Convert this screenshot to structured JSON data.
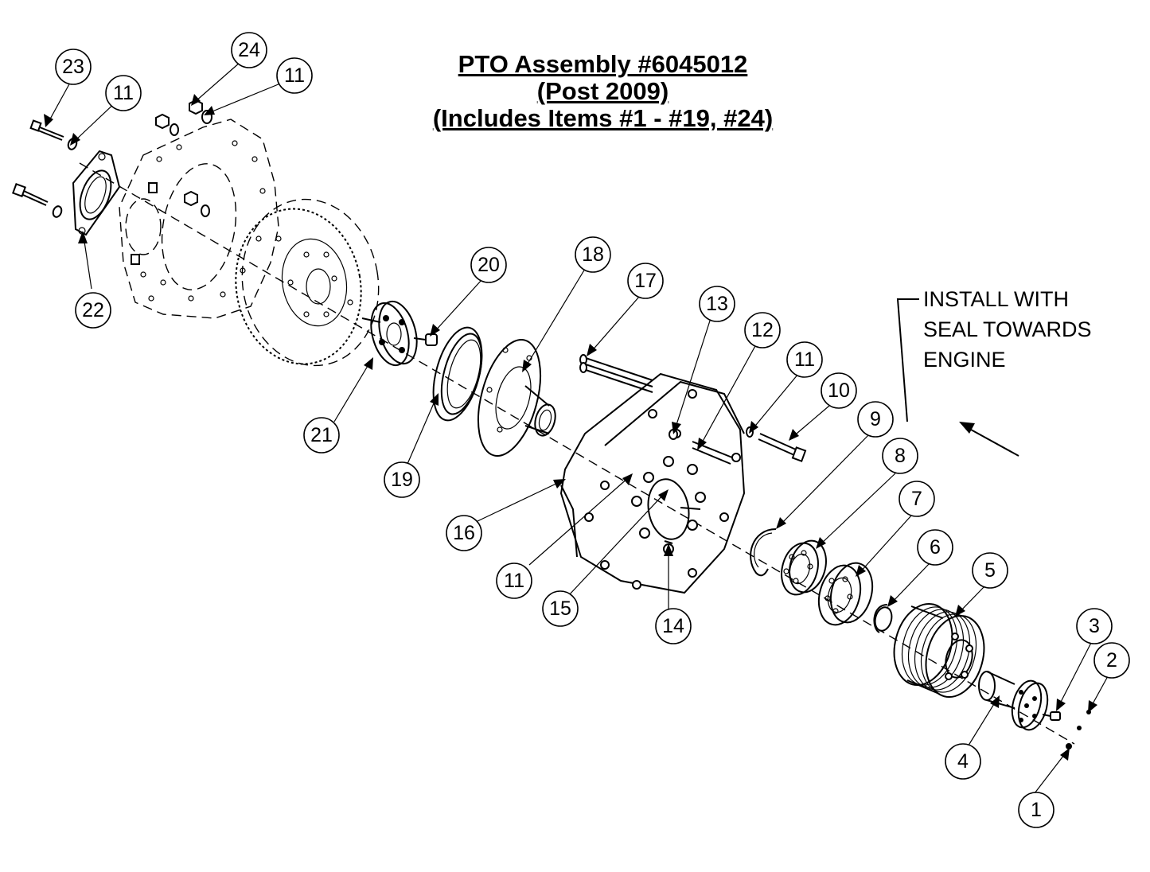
{
  "title": {
    "line1": "PTO Assembly #6045012",
    "line2": "(Post 2009)",
    "line3": "(Includes Items #1 - #19, #24)"
  },
  "note": {
    "line1": "INSTALL WITH",
    "line2": "SEAL TOWARDS",
    "line3": "ENGINE"
  },
  "callouts": {
    "c23": "23",
    "c11a": "11",
    "c24": "24",
    "c11b": "11",
    "c22": "22",
    "c20": "20",
    "c18": "18",
    "c17": "17",
    "c13": "13",
    "c12": "12",
    "c11c": "11",
    "c10": "10",
    "c9": "9",
    "c8": "8",
    "c7": "7",
    "c6": "6",
    "c5": "5",
    "c3": "3",
    "c2": "2",
    "c4": "4",
    "c1": "1",
    "c21": "21",
    "c19": "19",
    "c16": "16",
    "c11d": "11",
    "c15": "15",
    "c14": "14"
  }
}
